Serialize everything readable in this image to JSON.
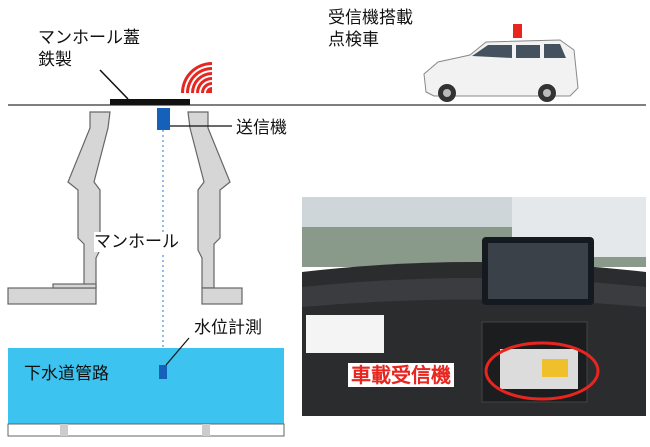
{
  "labels": {
    "manhole_cover_line1": "マンホール蓋",
    "manhole_cover_line2": "鉄製",
    "vehicle_line1": "受信機搭載",
    "vehicle_line2": "点検車",
    "transmitter": "送信機",
    "manhole": "マンホール",
    "water_gauge": "水位計測",
    "sewer_pipe": "下水道管路",
    "onboard_receiver": "車載受信機"
  },
  "colors": {
    "signal": "#e8251f",
    "transmitter": "#1560b8",
    "water": "#3cc3ef",
    "manhole_fill": "#d6d6d6",
    "cover": "#111111"
  },
  "icons": [
    "radio-waves-icon",
    "inspection-car-icon"
  ]
}
